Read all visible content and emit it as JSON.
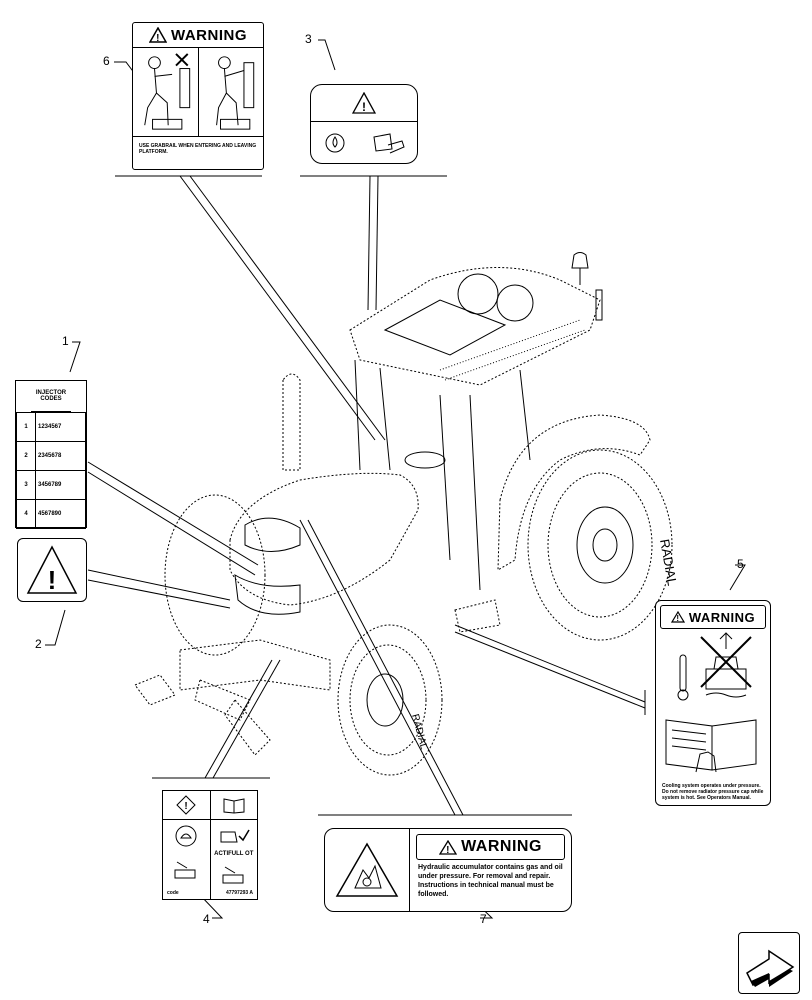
{
  "callouts": {
    "c1": "1",
    "c2": "2",
    "c3": "3",
    "c4": "4",
    "c5": "5",
    "c6": "6",
    "c7": "7"
  },
  "decal1": {
    "header": "INJECTOR CODES",
    "rows": [
      {
        "index": "1",
        "code": "1234567"
      },
      {
        "index": "2",
        "code": "2345678"
      },
      {
        "index": "3",
        "code": "3456789"
      },
      {
        "index": "4",
        "code": "4567890"
      }
    ]
  },
  "decal4": {
    "label_left": "code",
    "label_center": "ACTIFULL OT",
    "label_right": "47797293 A"
  },
  "decal5": {
    "header": "WARNING",
    "text": "Cooling system operates under pressure. Do not remove radiator pressure cap while system is hot. See Operators Manual."
  },
  "decal6": {
    "header": "WARNING",
    "text": "USE GRABRAIL WHEN ENTERING AND LEAVING PLATFORM."
  },
  "decal7": {
    "header": "WARNING",
    "text": "Hydraulic accumulator contains gas and oil under pressure. For removal and repair. Instructions in technical manual must be followed."
  },
  "tractor": {
    "tire_text": "RADIAL",
    "tire_text_front": "RADIAL"
  },
  "icons": {
    "nav": "next-page-arrow-icon"
  }
}
